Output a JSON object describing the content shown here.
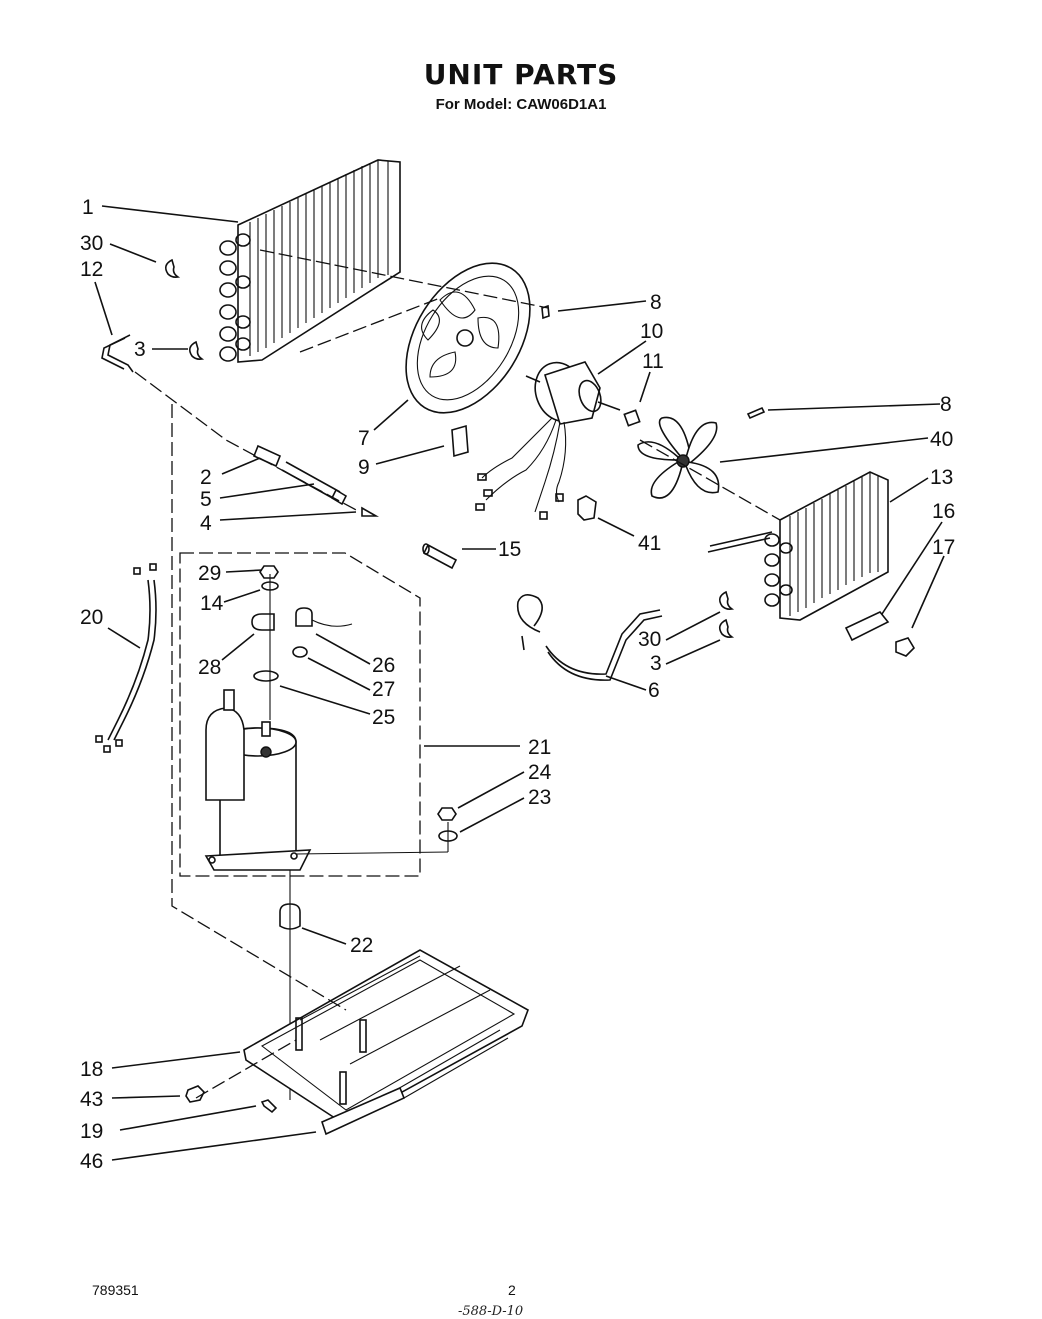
{
  "title": "UNIT PARTS",
  "subtitle": "For Model: CAW06D1A1",
  "footer": {
    "doc_number": "789351",
    "page_number": "2",
    "handwritten": "-588-D-10"
  },
  "callouts": [
    {
      "id": "c1",
      "label": "1"
    },
    {
      "id": "c30a",
      "label": "30"
    },
    {
      "id": "c12",
      "label": "12"
    },
    {
      "id": "c3a",
      "label": "3"
    },
    {
      "id": "c8a",
      "label": "8"
    },
    {
      "id": "c10",
      "label": "10"
    },
    {
      "id": "c11",
      "label": "11"
    },
    {
      "id": "c8b",
      "label": "8"
    },
    {
      "id": "c40",
      "label": "40"
    },
    {
      "id": "c7",
      "label": "7"
    },
    {
      "id": "c9",
      "label": "9"
    },
    {
      "id": "c2",
      "label": "2"
    },
    {
      "id": "c5",
      "label": "5"
    },
    {
      "id": "c4",
      "label": "4"
    },
    {
      "id": "c13",
      "label": "13"
    },
    {
      "id": "c16",
      "label": "16"
    },
    {
      "id": "c17",
      "label": "17"
    },
    {
      "id": "c41",
      "label": "41"
    },
    {
      "id": "c15",
      "label": "15"
    },
    {
      "id": "c29",
      "label": "29"
    },
    {
      "id": "c14",
      "label": "14"
    },
    {
      "id": "c20",
      "label": "20"
    },
    {
      "id": "c28",
      "label": "28"
    },
    {
      "id": "c26",
      "label": "26"
    },
    {
      "id": "c27",
      "label": "27"
    },
    {
      "id": "c25",
      "label": "25"
    },
    {
      "id": "c30b",
      "label": "30"
    },
    {
      "id": "c3b",
      "label": "3"
    },
    {
      "id": "c6",
      "label": "6"
    },
    {
      "id": "c21",
      "label": "21"
    },
    {
      "id": "c24",
      "label": "24"
    },
    {
      "id": "c23",
      "label": "23"
    },
    {
      "id": "c22",
      "label": "22"
    },
    {
      "id": "c18",
      "label": "18"
    },
    {
      "id": "c43",
      "label": "43"
    },
    {
      "id": "c19",
      "label": "19"
    },
    {
      "id": "c46",
      "label": "46"
    }
  ]
}
